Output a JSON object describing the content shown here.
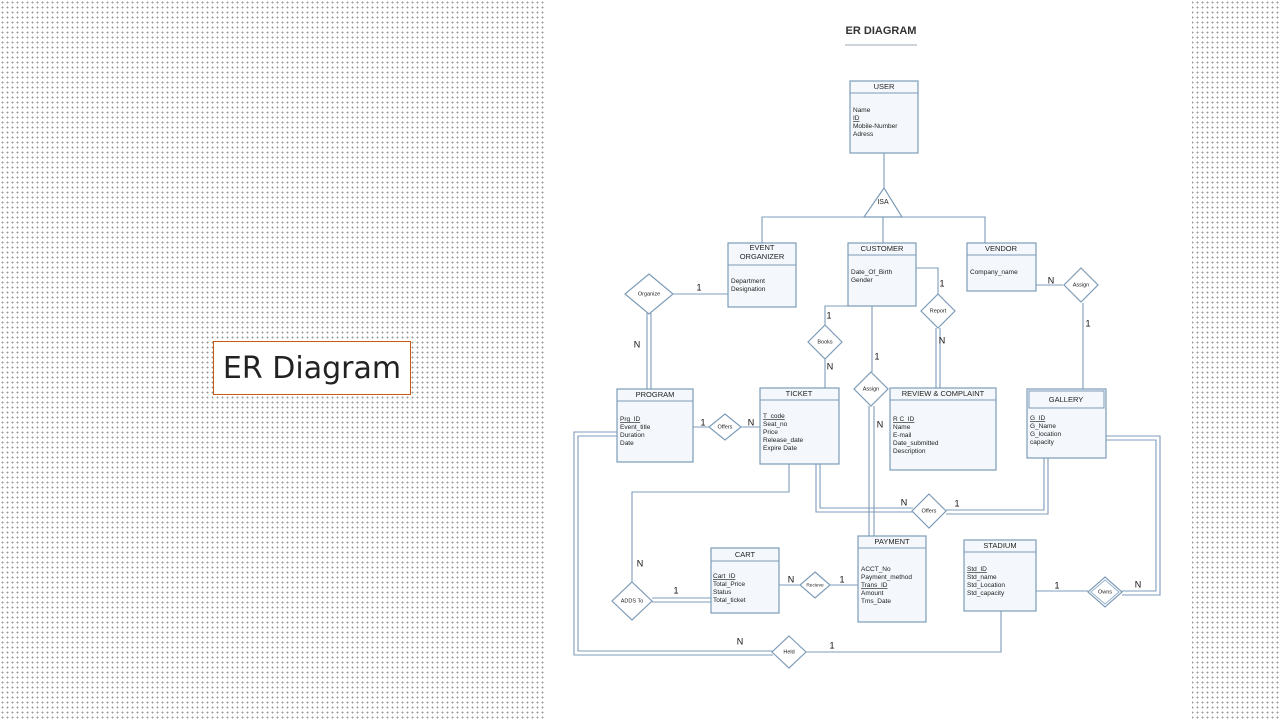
{
  "slide_title": "ER Diagram",
  "diagram_title": "ER DIAGRAM",
  "isa_label": "ISA",
  "entities": {
    "user": {
      "name": "USER",
      "attrs": [
        {
          "text": "Name"
        },
        {
          "text": "ID",
          "key": true
        },
        {
          "text": "Mobile-Number"
        },
        {
          "text": "Adress"
        }
      ]
    },
    "event_organizer": {
      "name": [
        "EVENT",
        "ORGANIZER"
      ],
      "attrs": [
        {
          "text": "Department"
        },
        {
          "text": "Designation"
        }
      ]
    },
    "customer": {
      "name": "CUSTOMER",
      "attrs": [
        {
          "text": "Date_Of_Birth"
        },
        {
          "text": "Gender"
        }
      ]
    },
    "vendor": {
      "name": "VENDOR",
      "attrs": [
        {
          "text": "Company_name"
        }
      ]
    },
    "program": {
      "name": "PROGRAM",
      "attrs": [
        {
          "text": "Prg_ID",
          "key": true
        },
        {
          "text": "Event_title"
        },
        {
          "text": "Duration"
        },
        {
          "text": "Date"
        }
      ]
    },
    "ticket": {
      "name": "TICKET",
      "attrs": [
        {
          "text": "T_code",
          "key": true
        },
        {
          "text": "Seat_no"
        },
        {
          "text": "Price"
        },
        {
          "text": "Release_date"
        },
        {
          "text": "Expire Date"
        }
      ]
    },
    "review": {
      "name": "REVIEW & COMPLAINT",
      "attrs": [
        {
          "text": "R C_ID",
          "key": true
        },
        {
          "text": "Name"
        },
        {
          "text": "E-mail"
        },
        {
          "text": "Date_submitted"
        },
        {
          "text": "Description"
        }
      ]
    },
    "gallery": {
      "name": "GALLERY",
      "attrs": [
        {
          "text": "G_ID",
          "key": true
        },
        {
          "text": "G_Name"
        },
        {
          "text": "G_location"
        },
        {
          "text": "capacity"
        }
      ]
    },
    "cart": {
      "name": "CART",
      "attrs": [
        {
          "text": "Cart_ID",
          "key": true
        },
        {
          "text": "Total_Price"
        },
        {
          "text": "Status"
        },
        {
          "text": "Total_ticket"
        }
      ]
    },
    "payment": {
      "name": "PAYMENT",
      "attrs": [
        {
          "text": "ACCT_No"
        },
        {
          "text": "Payment_method"
        },
        {
          "text": "Trans_ID",
          "key": true
        },
        {
          "text": "Amount"
        },
        {
          "text": "Tms_Date"
        }
      ]
    },
    "stadium": {
      "name": "STADIUM",
      "attrs": [
        {
          "text": "Std_ID",
          "key": true
        },
        {
          "text": "Std_name"
        },
        {
          "text": "Std_Location"
        },
        {
          "text": "Std_capacity"
        }
      ]
    }
  },
  "relationships": {
    "organize": "Organize",
    "books": "Books",
    "report": "Report",
    "assign_vendor": "Assign",
    "assign_payment": "Assign",
    "offers_program": "Offers",
    "offers_gallery": "Offers",
    "adds_to": "ADDS To",
    "recieve": "Recieve",
    "owns": "Owns",
    "held": "Held"
  },
  "cardinalities": {
    "organize_eo": "1",
    "organize_program": "N",
    "books_customer": "1",
    "books_ticket": "N",
    "report_customer": "1",
    "report_review": "N",
    "assign_vendor_n": "N",
    "assign_gallery_1": "1",
    "assign_customer_1": "1",
    "assign_payment_n": "N",
    "offers_program_1": "1",
    "offers_ticket_n": "N",
    "offers_ticket2_n": "N",
    "offers_gallery_1": "1",
    "adds_ticket_n": "N",
    "adds_cart_1": "1",
    "recieve_cart_n": "N",
    "recieve_payment_1": "1",
    "owns_stadium_1": "1",
    "owns_gallery_n": "N",
    "held_program_n": "N",
    "held_stadium_1": "1"
  }
}
